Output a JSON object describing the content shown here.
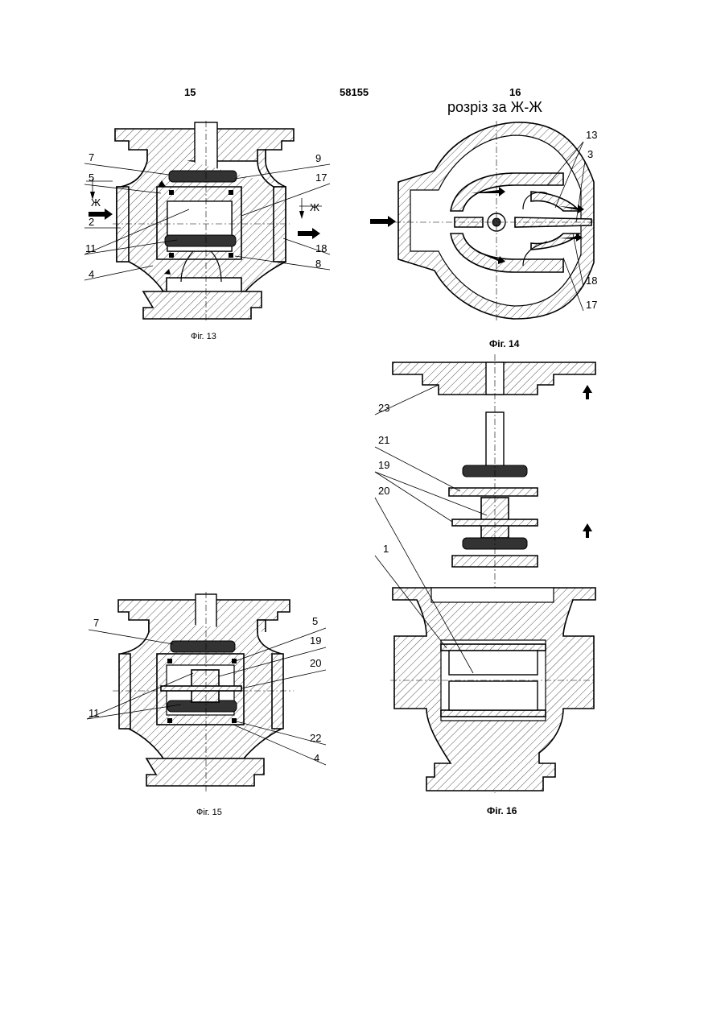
{
  "header": {
    "left_page": "15",
    "patent_number": "58155",
    "right_page": "16"
  },
  "section_title": "розріз за Ж-Ж",
  "section_marks": {
    "left": "Ж",
    "right": "Ж"
  },
  "figures": {
    "fig13": {
      "caption": "Фіг. 13",
      "labels": {
        "l7": "7",
        "l5": "5",
        "l2": "2",
        "l11": "11",
        "l4": "4",
        "l9": "9",
        "l17": "17",
        "l18": "18",
        "l8": "8"
      }
    },
    "fig14": {
      "caption": "Фіг. 14",
      "labels": {
        "l13": "13",
        "l3": "3",
        "l18": "18",
        "l17": "17"
      }
    },
    "fig15": {
      "caption": "Фіг. 15",
      "labels": {
        "l7": "7",
        "l11": "11",
        "l5": "5",
        "l19": "19",
        "l20": "20",
        "l22": "22",
        "l4": "4"
      }
    },
    "fig16": {
      "caption": "Фіг. 16",
      "labels": {
        "l23": "23",
        "l21": "21",
        "l19": "19",
        "l20": "20",
        "l1": "1"
      }
    }
  }
}
